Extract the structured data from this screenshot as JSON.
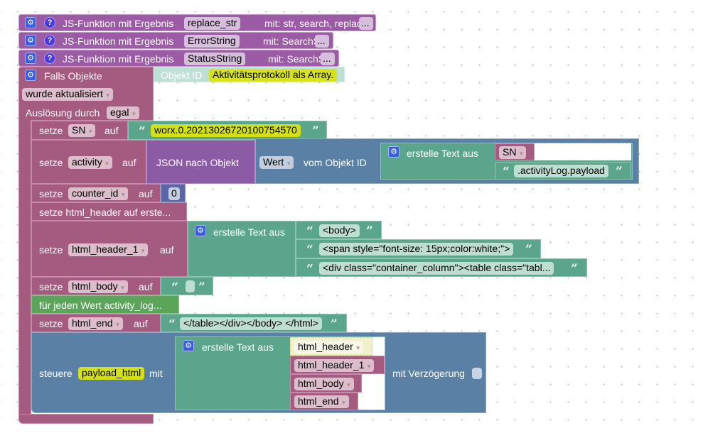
{
  "js_functions": [
    {
      "prefix": "JS-Funktion mit Ergebnis",
      "name": "replace_str",
      "params": "mit: str, search, replace",
      "more": "..."
    },
    {
      "prefix": "JS-Funktion mit Ergebnis",
      "name": "ErrorString",
      "params": "mit: SearchStr",
      "more": "..."
    },
    {
      "prefix": "JS-Funktion mit Ergebnis",
      "name": "StatusString",
      "params": "mit: SearchStr",
      "more": "..."
    }
  ],
  "trigger": {
    "title": "Falls Objekte",
    "object_id_label": "Objekt ID",
    "object_id_value": "Aktivitätsprotokoll als Array.",
    "event": "wurde aktualisiert",
    "cause_label": "Auslösung durch",
    "cause_value": "egal"
  },
  "statements": {
    "set_sn": {
      "setze": "setze",
      "var": "SN",
      "auf": "auf",
      "value": "worx.0.20213026720100754570"
    },
    "set_activity": {
      "setze": "setze",
      "var": "activity",
      "auf": "auf",
      "json_label": "JSON nach Objekt",
      "get_value_field": "Wert",
      "from_object_label": "vom Objekt ID",
      "join_label": "erstelle Text aus",
      "join_var": "SN",
      "join_text": ".activityLog.payload"
    },
    "set_counter": {
      "setze": "setze",
      "var": "counter_id",
      "auf": "auf",
      "value": "0"
    },
    "collapsed_header": "setze html_header auf erste...",
    "set_header_1": {
      "setze": "setze",
      "var": "html_header_1",
      "auf": "auf",
      "join_label": "erstelle Text aus",
      "items": [
        "<body>",
        "<span style=\"font-size: 15px;color:white;\">",
        "<div class=\"container_column\"><table class=\"tabl..."
      ]
    },
    "set_body": {
      "setze": "setze",
      "var": "html_body",
      "auf": "auf",
      "value": ""
    },
    "collapsed_loop": "für jeden Wert activity_log...",
    "set_end": {
      "setze": "setze",
      "var": "html_end",
      "auf": "auf",
      "value": "</table></div></body> </html>"
    },
    "control": {
      "label": "steuere",
      "target": "payload_html",
      "mit": "mit",
      "join_label": "erstelle Text aus",
      "items": [
        "html_header",
        "html_header_1",
        "html_body",
        "html_end"
      ],
      "delay_label": "mit Verzögerung"
    }
  },
  "icons": {
    "gear": "⚙",
    "help": "?",
    "open_quote": "“",
    "close_quote": "”"
  }
}
